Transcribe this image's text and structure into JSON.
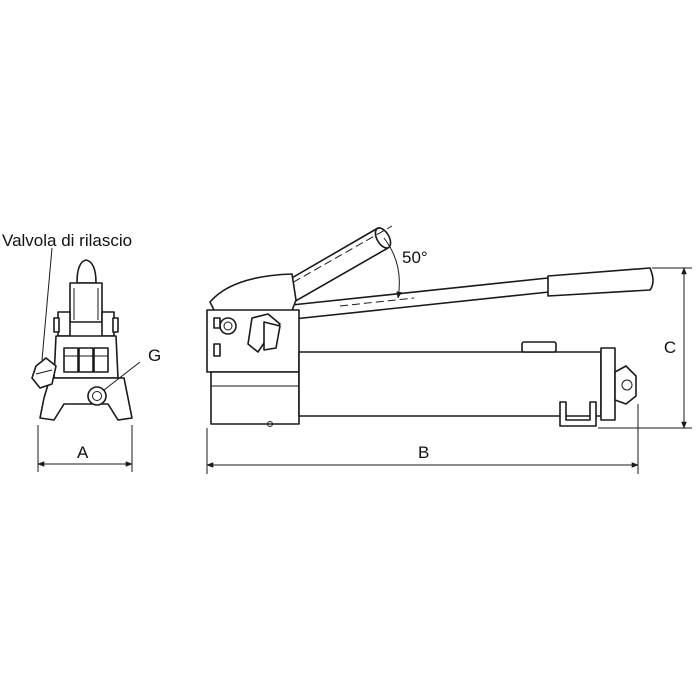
{
  "labels": {
    "release_valve": "Valvola di rilascio",
    "port": "G",
    "angle": "50°",
    "dim_a": "A",
    "dim_b": "B",
    "dim_c": "C"
  }
}
